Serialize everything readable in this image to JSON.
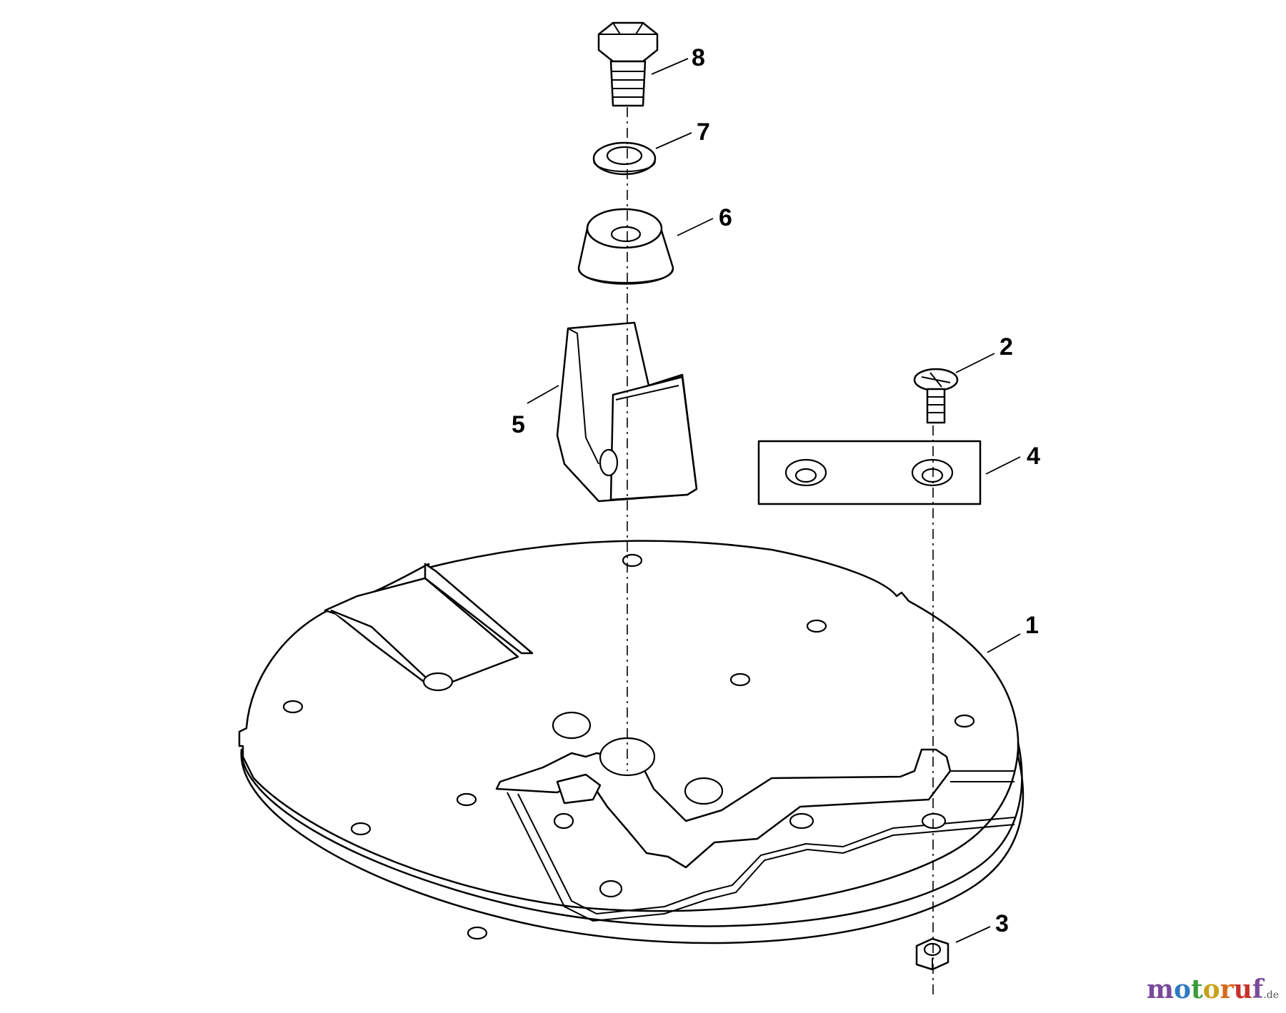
{
  "callouts": [
    {
      "id": "1",
      "label": "1"
    },
    {
      "id": "2",
      "label": "2"
    },
    {
      "id": "3",
      "label": "3"
    },
    {
      "id": "4",
      "label": "4"
    },
    {
      "id": "5",
      "label": "5"
    },
    {
      "id": "6",
      "label": "6"
    },
    {
      "id": "7",
      "label": "7"
    },
    {
      "id": "8",
      "label": "8"
    }
  ],
  "watermark": {
    "letters": [
      "m",
      "o",
      "t",
      "o",
      "r",
      "u",
      "f"
    ],
    "letter_colors": [
      "#7a4a9c",
      "#2e7bbf",
      "#3a9a3a",
      "#c9a21a",
      "#d96a1c",
      "#c7312b",
      "#7a4a9c"
    ],
    "suffix": ".de"
  }
}
